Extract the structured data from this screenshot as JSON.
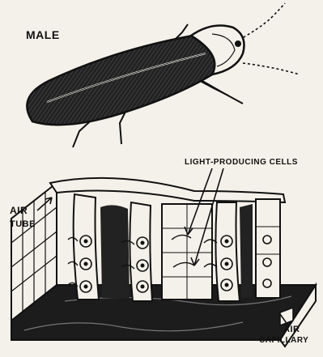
{
  "labels": {
    "male": "MALE",
    "light_producing_cells": "LIGHT-PRODUCING CELLS",
    "air_tube_1": "AIR",
    "air_tube_2": "TUBE",
    "air_capillary_1": "AIR",
    "air_capillary_2": "CAPILLARY"
  }
}
